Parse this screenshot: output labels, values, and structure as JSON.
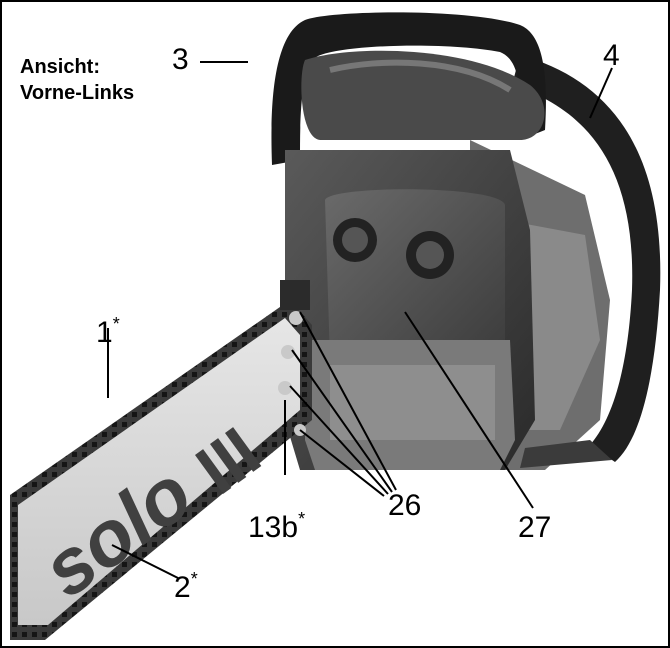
{
  "view": {
    "line1": "Ansicht:",
    "line2": "Vorne-Links"
  },
  "bar_logo": "solo",
  "callouts": {
    "c3": "3",
    "c4": "4",
    "c1": "1",
    "c1_mark": "*",
    "c2": "2",
    "c2_mark": "*",
    "c13b": "13b",
    "c13b_mark": "*",
    "c26": "26",
    "c27": "27"
  }
}
